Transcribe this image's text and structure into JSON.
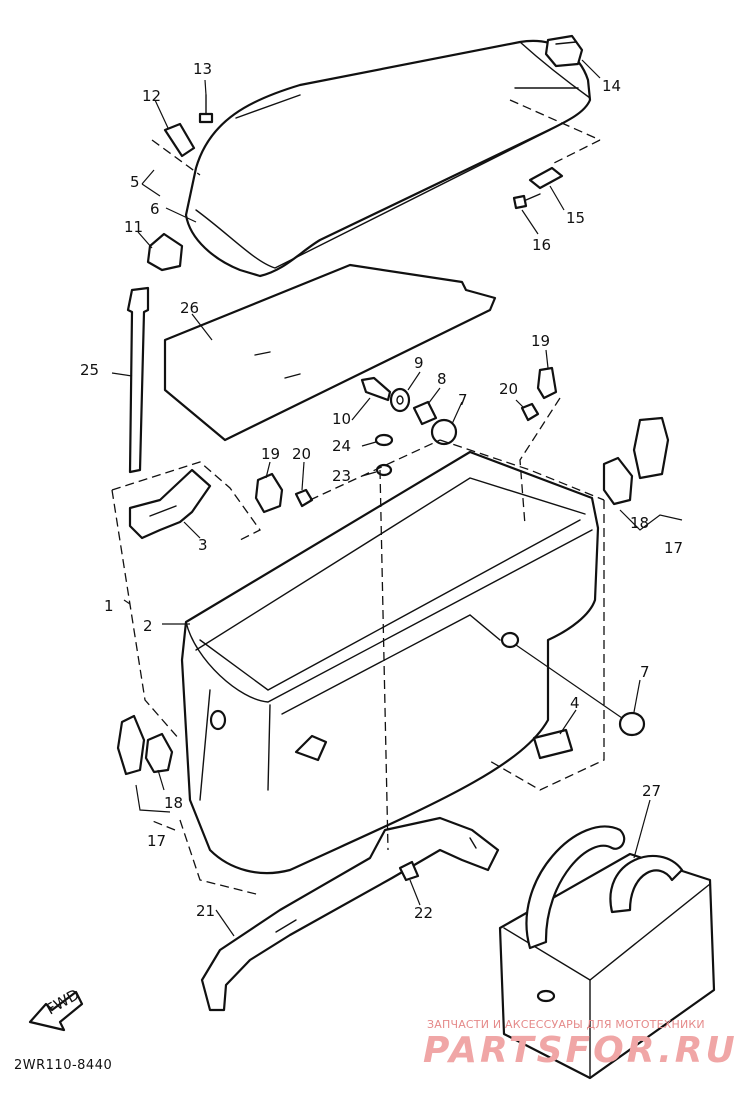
{
  "diagram": {
    "callouts": {
      "c1": "1",
      "c2": "2",
      "c3": "3",
      "c4": "4",
      "c5": "5",
      "c6": "6",
      "c7a": "7",
      "c7b": "7",
      "c8": "8",
      "c9": "9",
      "c10": "10",
      "c11": "11",
      "c12": "12",
      "c13": "13",
      "c14": "14",
      "c15": "15",
      "c16": "16",
      "c17a": "17",
      "c17b": "17",
      "c18a": "18",
      "c18b": "18",
      "c19a": "19",
      "c19b": "19",
      "c20a": "20",
      "c20b": "20",
      "c21": "21",
      "c22": "22",
      "c23": "23",
      "c24": "24",
      "c25": "25",
      "c26": "26",
      "c27": "27"
    },
    "fwd_label": "FWD",
    "diagram_code": "2WR110-8440"
  },
  "watermark": {
    "subtitle": "ЗАПЧАСТИ И АКСЕССУАРЫ ДЛЯ МОТОТЕХНИКИ",
    "brand": "PARTSFOR.RU"
  }
}
